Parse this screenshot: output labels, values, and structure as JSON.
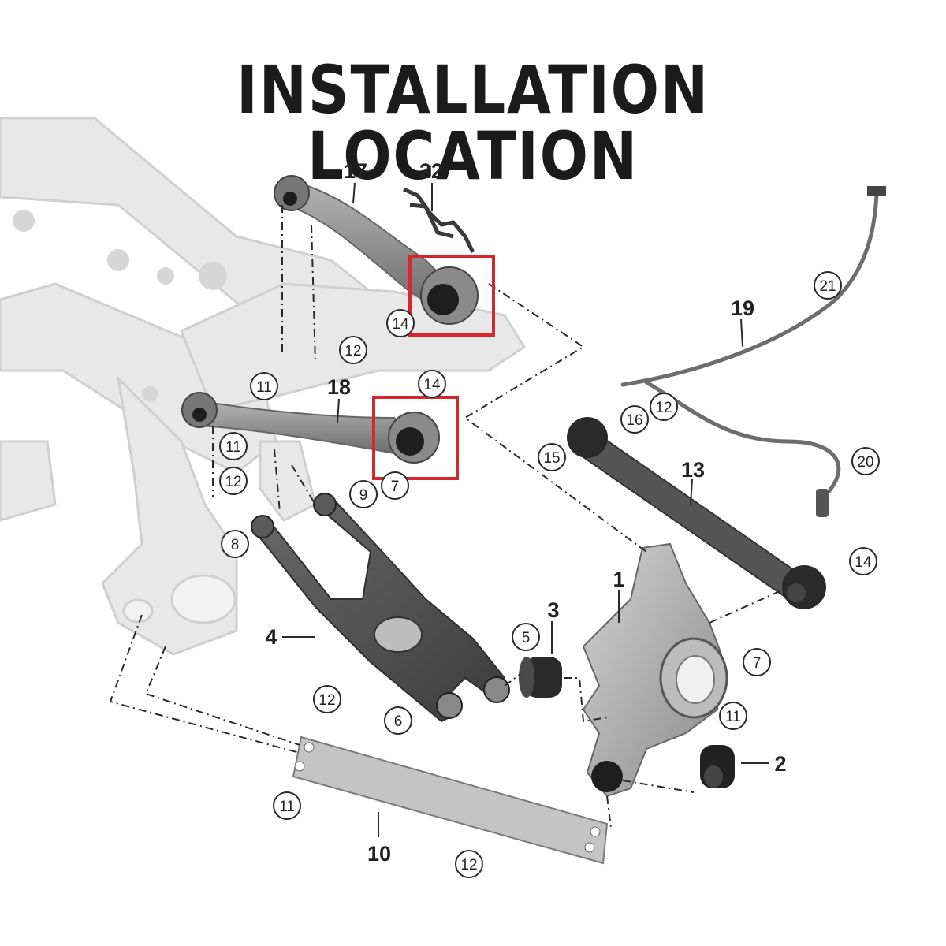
{
  "title": "INSTALLATION LOCATION",
  "colors": {
    "subframe": "#e6e6e6",
    "subframe_edge": "#c9c9c9",
    "arm": "#8f8f8f",
    "arm_dark": "#4f4f4f",
    "bushing": "#1e1e1e",
    "highlight": "#d7262e",
    "leader": "#2a2a2a"
  },
  "part_labels": [
    {
      "id": "p17",
      "text": "17"
    },
    {
      "id": "p22",
      "text": "22"
    },
    {
      "id": "p18",
      "text": "18"
    },
    {
      "id": "p19",
      "text": "19"
    },
    {
      "id": "p13",
      "text": "13"
    },
    {
      "id": "p1",
      "text": "1"
    },
    {
      "id": "p3",
      "text": "3"
    },
    {
      "id": "p4",
      "text": "4"
    },
    {
      "id": "p2",
      "text": "2"
    },
    {
      "id": "p10",
      "text": "10"
    }
  ],
  "callouts": [
    {
      "id": "c14a",
      "text": "14"
    },
    {
      "id": "c12a",
      "text": "12"
    },
    {
      "id": "c11a",
      "text": "11"
    },
    {
      "id": "c14b",
      "text": "14"
    },
    {
      "id": "c11b",
      "text": "11"
    },
    {
      "id": "c12b",
      "text": "12"
    },
    {
      "id": "c9",
      "text": "9"
    },
    {
      "id": "c7a",
      "text": "7"
    },
    {
      "id": "c8",
      "text": "8"
    },
    {
      "id": "c21",
      "text": "21"
    },
    {
      "id": "c16",
      "text": "16"
    },
    {
      "id": "c12c",
      "text": "12"
    },
    {
      "id": "c15",
      "text": "15"
    },
    {
      "id": "c20",
      "text": "20"
    },
    {
      "id": "c14c",
      "text": "14"
    },
    {
      "id": "c5",
      "text": "5"
    },
    {
      "id": "c7b",
      "text": "7"
    },
    {
      "id": "c6",
      "text": "6"
    },
    {
      "id": "c12d",
      "text": "12"
    },
    {
      "id": "c11c",
      "text": "11"
    },
    {
      "id": "c11d",
      "text": "11"
    },
    {
      "id": "c12e",
      "text": "12"
    }
  ]
}
